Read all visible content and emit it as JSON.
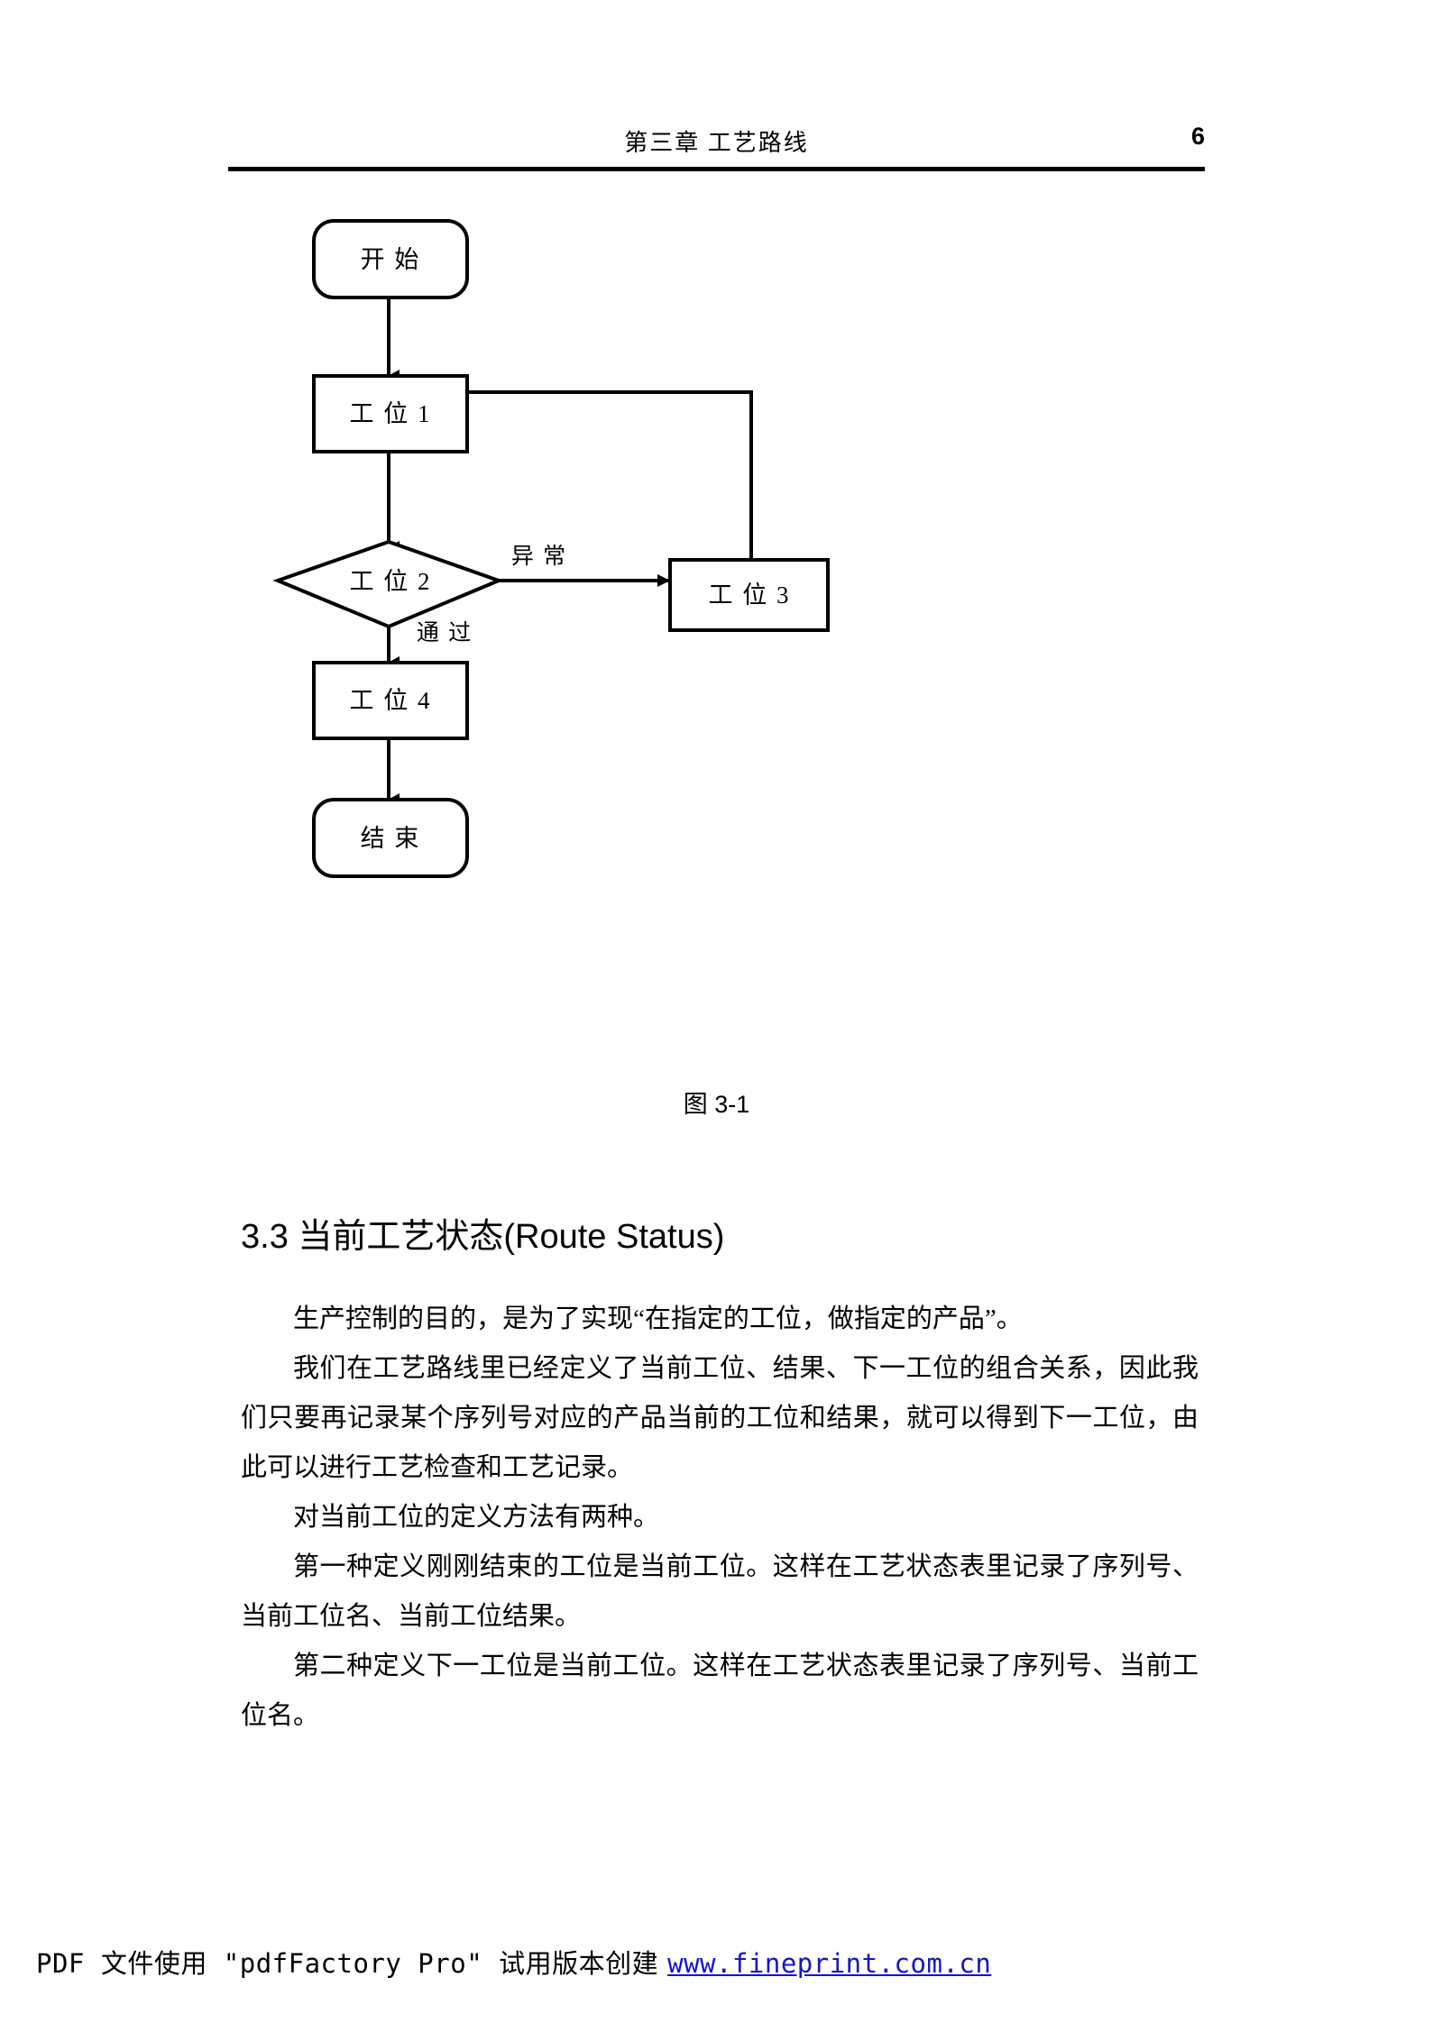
{
  "header": {
    "chapter_title": "第三章 工艺路线",
    "page_number": "6"
  },
  "figure": {
    "caption": "图 3-1",
    "nodes": {
      "start": "开 始",
      "station1": "工 位 1",
      "station2": "工 位 2",
      "station3": "工 位 3",
      "station4": "工 位 4",
      "end": "结 束"
    },
    "edge_labels": {
      "abnormal": "异 常",
      "pass": "通 过"
    }
  },
  "section": {
    "heading": "3.3 当前工艺状态(Route Status)",
    "paragraphs": [
      "生产控制的目的，是为了实现“在指定的工位，做指定的产品”。",
      "我们在工艺路线里已经定义了当前工位、结果、下一工位的组合关系，因此我们只要再记录某个序列号对应的产品当前的工位和结果，就可以得到下一工位，由此可以进行工艺检查和工艺记录。",
      "对当前工位的定义方法有两种。",
      "第一种定义刚刚结束的工位是当前工位。这样在工艺状态表里记录了序列号、当前工位名、当前工位结果。",
      "第二种定义下一工位是当前工位。这样在工艺状态表里记录了序列号、当前工位名。"
    ]
  },
  "footer": {
    "text": "PDF 文件使用 \"pdfFactory Pro\" 试用版本创建",
    "url": "www.fineprint.com.cn",
    "url_color": "#1414cc"
  }
}
